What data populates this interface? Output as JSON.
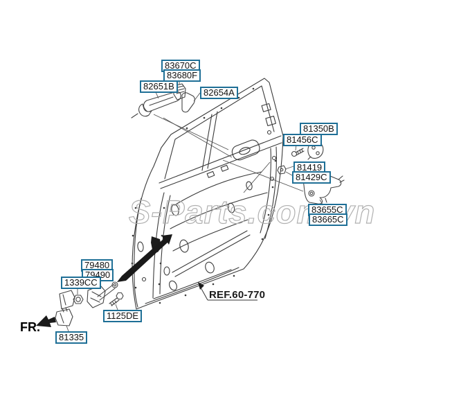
{
  "watermark": {
    "text": "S-Parts.com.vn"
  },
  "annotations": {
    "ref": "REF.60-770",
    "fr": "FR."
  },
  "parts": {
    "labels": [
      {
        "code": "83670C"
      },
      {
        "code": "83680F"
      },
      {
        "code": "82651B"
      },
      {
        "code": "82654A"
      },
      {
        "code": "81350B"
      },
      {
        "code": "81456C"
      },
      {
        "code": "81419"
      },
      {
        "code": "81429C"
      },
      {
        "code": "83655C"
      },
      {
        "code": "83665C"
      },
      {
        "code": "79480"
      },
      {
        "code": "79490"
      },
      {
        "code": "1339CC"
      },
      {
        "code": "1125DE"
      },
      {
        "code": "81335"
      }
    ]
  },
  "colors": {
    "label_border": "#1e6f96",
    "label_text": "#111111",
    "line_art": "#3a3a3a",
    "watermark": "#b0b0b0",
    "arrow_fill": "#1a1a1a"
  }
}
